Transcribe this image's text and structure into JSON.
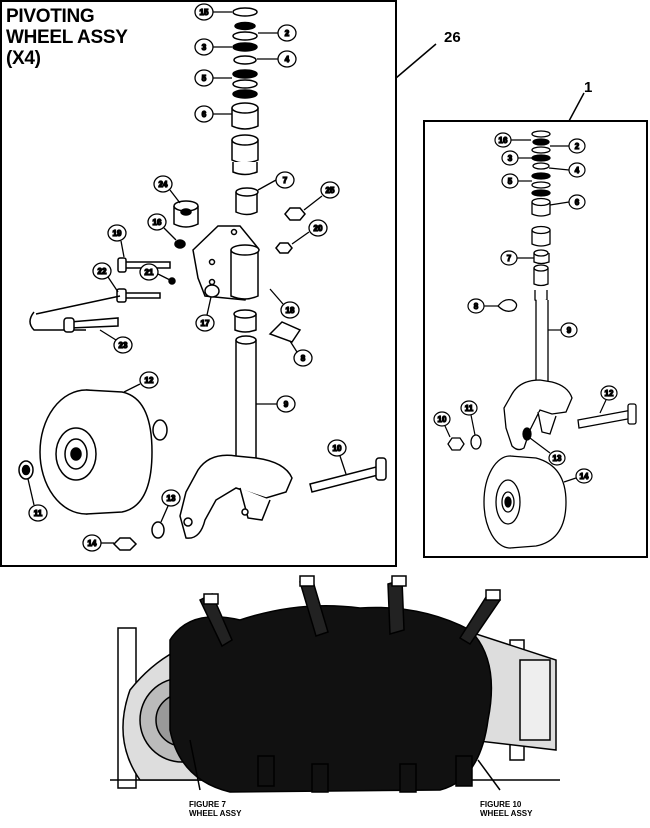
{
  "title": {
    "line1": "PIVOTING",
    "line2": "WHEEL ASSY",
    "line3": "(X4)"
  },
  "callouts": {
    "assembly_pivoting": "26",
    "assembly_fixed": "1"
  },
  "pivot_parts": [
    "15",
    "2",
    "3",
    "4",
    "5",
    "6",
    "7",
    "24",
    "25",
    "16",
    "20",
    "18",
    "19",
    "21",
    "22",
    "17",
    "23",
    "8",
    "12",
    "9",
    "11",
    "10",
    "13",
    "14"
  ],
  "fixed_parts": [
    "16",
    "2",
    "3",
    "4",
    "5",
    "6",
    "7",
    "8",
    "9",
    "12",
    "10",
    "11",
    "13",
    "14"
  ],
  "figure_labels": {
    "left": {
      "line1": "FIGURE 7",
      "line2": "WHEEL ASSY"
    },
    "right": {
      "line1": "FIGURE 10",
      "line2": "WHEEL ASSY"
    }
  }
}
